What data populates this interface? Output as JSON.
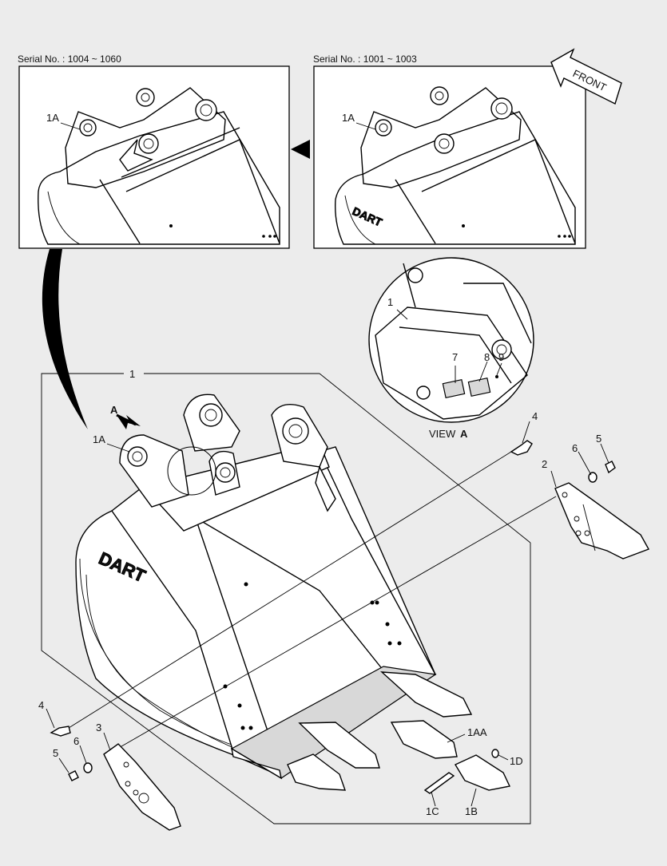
{
  "serial_left": "Serial No. : 1004 ~ 1060",
  "serial_right": "Serial No. : 1001 ~ 1003",
  "front_label": "FRONT",
  "view_label": "VIEW",
  "view_letter": "A",
  "arrow_letter": "A",
  "brand_text": "DART",
  "labels": {
    "l1": "1",
    "l1_main": "1",
    "l1A_left": "1A",
    "l1A_right": "1A",
    "l1A_main": "1A",
    "l1AA": "1AA",
    "l1B": "1B",
    "l1C": "1C",
    "l1D": "1D",
    "l2": "2",
    "l3": "3",
    "l4_top": "4",
    "l4_bot": "4",
    "l5_top": "5",
    "l5_bot": "5",
    "l6_top": "6",
    "l6_bot": "6",
    "l7": "7",
    "l8": "8",
    "l9": "9"
  }
}
